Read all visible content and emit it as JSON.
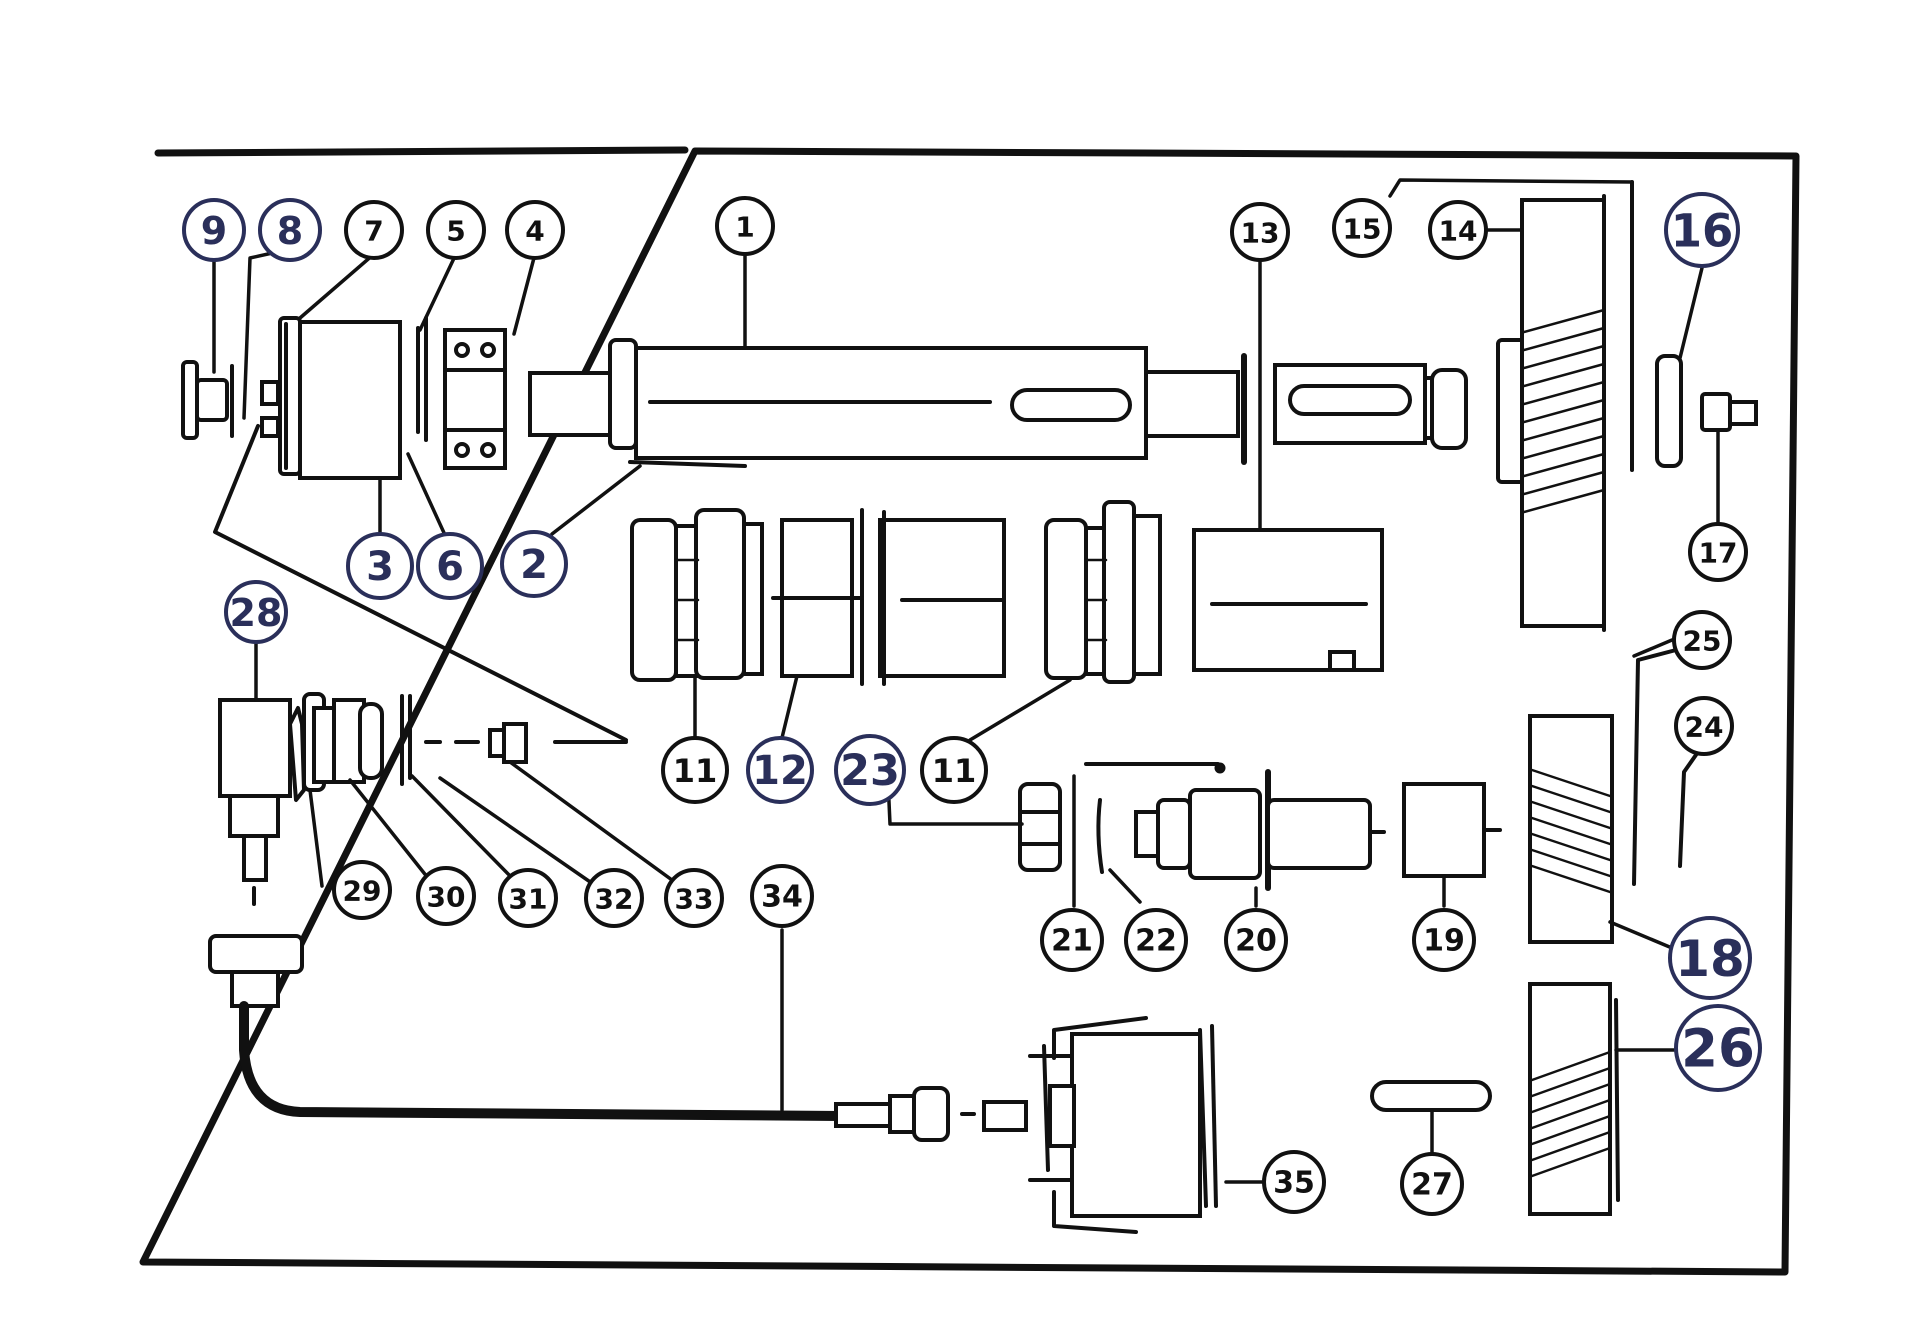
{
  "diagram": {
    "colors": {
      "ink": "#111111",
      "ink_blue": "#2a2f5a",
      "paper": "#ffffff"
    },
    "callouts": [
      {
        "id": "c9",
        "label": "9",
        "style": "hand"
      },
      {
        "id": "c8",
        "label": "8",
        "style": "hand"
      },
      {
        "id": "c7",
        "label": "7",
        "style": "print"
      },
      {
        "id": "c5",
        "label": "5",
        "style": "print"
      },
      {
        "id": "c4",
        "label": "4",
        "style": "print"
      },
      {
        "id": "c1",
        "label": "1",
        "style": "print"
      },
      {
        "id": "c13",
        "label": "13",
        "style": "print"
      },
      {
        "id": "c15",
        "label": "15",
        "style": "print"
      },
      {
        "id": "c14",
        "label": "14",
        "style": "print"
      },
      {
        "id": "c16",
        "label": "16",
        "style": "hand"
      },
      {
        "id": "c3",
        "label": "3",
        "style": "hand"
      },
      {
        "id": "c6",
        "label": "6",
        "style": "hand"
      },
      {
        "id": "c2",
        "label": "2",
        "style": "hand"
      },
      {
        "id": "c17",
        "label": "17",
        "style": "print"
      },
      {
        "id": "c28",
        "label": "28",
        "style": "hand"
      },
      {
        "id": "c25",
        "label": "25",
        "style": "print"
      },
      {
        "id": "c24",
        "label": "24",
        "style": "print"
      },
      {
        "id": "c11a",
        "label": "11",
        "style": "print"
      },
      {
        "id": "c12",
        "label": "12",
        "style": "hand"
      },
      {
        "id": "c23",
        "label": "23",
        "style": "hand"
      },
      {
        "id": "c11b",
        "label": "11",
        "style": "print"
      },
      {
        "id": "c29",
        "label": "29",
        "style": "print"
      },
      {
        "id": "c30",
        "label": "30",
        "style": "print"
      },
      {
        "id": "c31",
        "label": "31",
        "style": "print"
      },
      {
        "id": "c32",
        "label": "32",
        "style": "print"
      },
      {
        "id": "c33",
        "label": "33",
        "style": "print"
      },
      {
        "id": "c34",
        "label": "34",
        "style": "print"
      },
      {
        "id": "c21",
        "label": "21",
        "style": "print"
      },
      {
        "id": "c22",
        "label": "22",
        "style": "print"
      },
      {
        "id": "c20",
        "label": "20",
        "style": "print"
      },
      {
        "id": "c19",
        "label": "19",
        "style": "print"
      },
      {
        "id": "c18",
        "label": "18",
        "style": "hand"
      },
      {
        "id": "c26",
        "label": "26",
        "style": "hand"
      },
      {
        "id": "c35",
        "label": "35",
        "style": "print"
      },
      {
        "id": "c27",
        "label": "27",
        "style": "print"
      }
    ]
  }
}
